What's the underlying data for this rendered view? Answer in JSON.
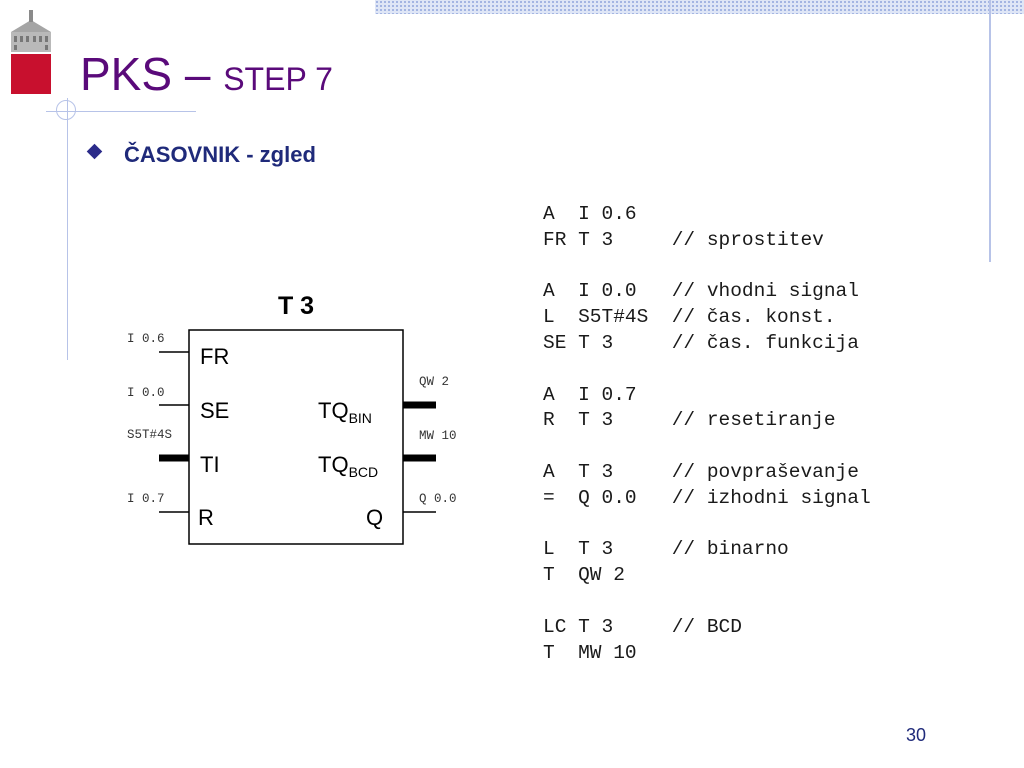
{
  "header": {
    "title_main": "PKS – ",
    "title_sub": "STEP 7"
  },
  "subtitle": "ČASOVNIK - zgled",
  "timer_block": {
    "name": "T 3",
    "inputs": [
      {
        "pin": "FR",
        "signal": "I 0.6"
      },
      {
        "pin": "SE",
        "signal": "I 0.0"
      },
      {
        "pin": "TI",
        "signal": "S5T#4S"
      },
      {
        "pin": "R",
        "signal": "I 0.7"
      }
    ],
    "outputs": [
      {
        "pin": "TQ",
        "pin_sub": "BIN",
        "signal": "QW 2"
      },
      {
        "pin": "TQ",
        "pin_sub": "BCD",
        "signal": "MW 10"
      },
      {
        "pin": "Q",
        "pin_sub": "",
        "signal": "Q 0.0"
      }
    ]
  },
  "code_lines": [
    "A  I 0.6",
    "FR T 3     // sprostitev",
    "",
    "A  I 0.0   // vhodni signal",
    "L  S5T#4S  // čas. konst.",
    "SE T 3     // čas. funkcija",
    "",
    "A  I 0.7",
    "R  T 3     // resetiranje",
    "",
    "A  T 3     // povpraševanje",
    "=  Q 0.0   // izhodni signal",
    "",
    "L  T 3     // binarno",
    "T  QW 2",
    "",
    "LC T 3     // BCD",
    "T  MW 10"
  ],
  "page_number": "30",
  "colors": {
    "title": "#5a0a7a",
    "subtitle": "#1f2a7a",
    "accent_lines": "#b7c3e8",
    "logo_red": "#c8102e"
  }
}
